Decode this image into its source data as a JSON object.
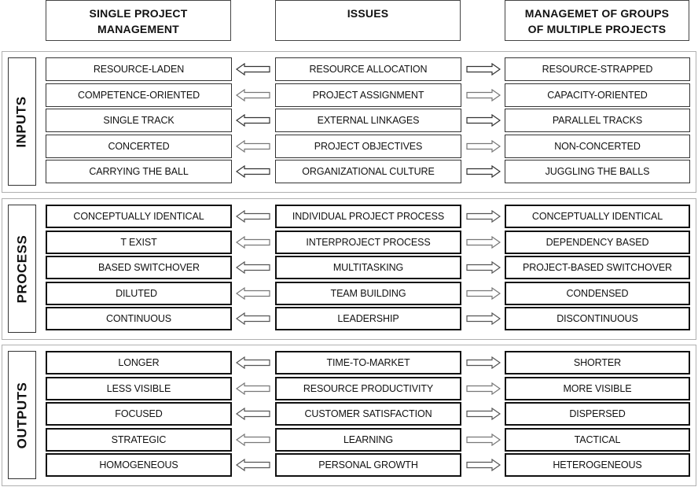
{
  "headers": {
    "left": "SINGLE PROJECT\nMANAGEMENT",
    "left_line1": "SINGLE PROJECT",
    "left_line2": "MANAGEMENT",
    "middle": "ISSUES",
    "right_line1": "MANAGEMET OF GROUPS",
    "right_line2": "OF MULTIPLE PROJECTS"
  },
  "colors": {
    "box_border": "#333333",
    "section_border": "#b0b0b0",
    "arrow_stroke": "#333333"
  },
  "sections": [
    {
      "label": "INPUTS",
      "rows": [
        {
          "single": "RESOURCE-LADEN",
          "issue": "RESOURCE ALLOCATION",
          "multiple": "RESOURCE-STRAPPED"
        },
        {
          "single": "COMPETENCE-ORIENTED",
          "issue": "PROJECT ASSIGNMENT",
          "multiple": "CAPACITY-ORIENTED"
        },
        {
          "single": "SINGLE TRACK",
          "issue": "EXTERNAL LINKAGES",
          "multiple": "PARALLEL TRACKS"
        },
        {
          "single": "CONCERTED",
          "issue": "PROJECT OBJECTIVES",
          "multiple": "NON-CONCERTED"
        },
        {
          "single": "CARRYING THE BALL",
          "issue": "ORGANIZATIONAL CULTURE",
          "multiple": "JUGGLING THE BALLS"
        }
      ]
    },
    {
      "label": "PROCESS",
      "rows": [
        {
          "single": "CONCEPTUALLY IDENTICAL",
          "issue": "INDIVIDUAL PROJECT PROCESS",
          "multiple": "CONCEPTUALLY IDENTICAL"
        },
        {
          "single": "T EXIST",
          "issue": "INTERPROJECT PROCESS",
          "multiple": "DEPENDENCY BASED"
        },
        {
          "single": "BASED SWITCHOVER",
          "issue": "MULTITASKING",
          "multiple": "PROJECT-BASED SWITCHOVER"
        },
        {
          "single": "DILUTED",
          "issue": "TEAM BUILDING",
          "multiple": "CONDENSED"
        },
        {
          "single": "CONTINUOUS",
          "issue": "LEADERSHIP",
          "multiple": "DISCONTINUOUS"
        }
      ]
    },
    {
      "label": "OUTPUTS",
      "rows": [
        {
          "single": "LONGER",
          "issue": "TIME-TO-MARKET",
          "multiple": "SHORTER"
        },
        {
          "single": "LESS VISIBLE",
          "issue": "RESOURCE PRODUCTIVITY",
          "multiple": "MORE VISIBLE"
        },
        {
          "single": "FOCUSED",
          "issue": "CUSTOMER SATISFACTION",
          "multiple": "DISPERSED"
        },
        {
          "single": "STRATEGIC",
          "issue": "LEARNING",
          "multiple": "TACTICAL"
        },
        {
          "single": "HOMOGENEOUS",
          "issue": "PERSONAL GROWTH",
          "multiple": "HETEROGENEOUS"
        }
      ]
    }
  ]
}
